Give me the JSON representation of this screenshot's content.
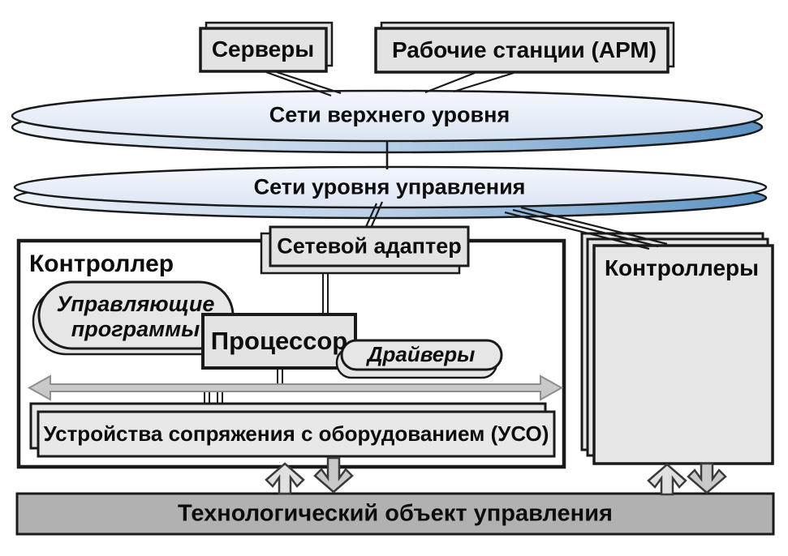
{
  "title": "АСУ ТП network architecture diagram",
  "colors": {
    "box_fill": "#e3e3e3",
    "stadium_fill": "#e6e6e6",
    "uso_fill": "#e8e8e8",
    "disk_top_light": "#f2f6fc",
    "disk_top_dark": "#dbe5f3",
    "disk_rim_left": "#edf2f8",
    "disk_rim_right": "#5b92c3",
    "bus_fill": "#c9c9c9",
    "bus_stroke": "#8e8e8e",
    "bar_fill": "#b1b1b1",
    "arrow_up_fill": "#e0e0e0",
    "arrow_down_fill": "#c9c9c9",
    "line_color": "#1a1a1a"
  },
  "nodes": {
    "servers": "Серверы",
    "workstations": "Рабочие станции (АРМ)",
    "upper_network": "Сети верхнего уровня",
    "control_network": "Сети уровня управления",
    "network_adapter": "Сетевой адаптер",
    "controller": "Контроллер",
    "control_programs_line1": "Управляющие",
    "control_programs_line2": "программы",
    "processor": "Процессор",
    "drivers": "Драйверы",
    "uso": "Устройства сопряжения с оборудованием (УСО)",
    "controllers": "Контроллеры",
    "technological_object": "Технологический объект управления"
  }
}
